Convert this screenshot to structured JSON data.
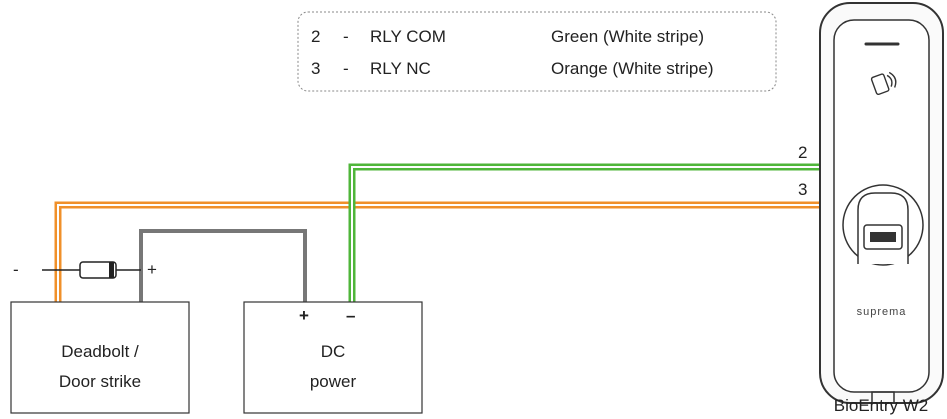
{
  "legend": {
    "rows": [
      {
        "pin": "2",
        "dash": "-",
        "signal": "RLY COM",
        "color": "Green (White stripe)"
      },
      {
        "pin": "3",
        "dash": "-",
        "signal": "RLY NC",
        "color": "Orange (White stripe)"
      }
    ]
  },
  "wires": {
    "green_label": "2",
    "orange_label": "3",
    "green_color": "#4fb63a",
    "orange_color": "#f0902a",
    "gray_color": "#777777"
  },
  "deadbolt": {
    "line1": "Deadbolt /",
    "line2": "Door strike"
  },
  "dc_power": {
    "line1": "DC",
    "line2": "power",
    "plus": "+",
    "minus": "–"
  },
  "diode": {
    "minus": "-",
    "plus": "+"
  },
  "device": {
    "brand": "suprema",
    "name": "BioEntry W2"
  }
}
